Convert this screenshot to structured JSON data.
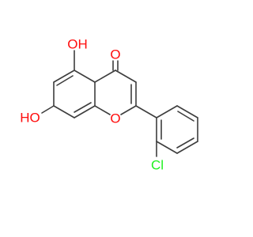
{
  "molecule": {
    "colors": {
      "bond": "#3d3d3d",
      "oxygen": "#ff0d0d",
      "chlorine": "#1ff01f",
      "background": "#ffffff"
    },
    "labels": {
      "carbonyl_oxygen": "O",
      "ring_oxygen": "O",
      "hydroxyl_5": "OH",
      "hydroxyl_7": "HO",
      "chlorine": "Cl"
    }
  }
}
